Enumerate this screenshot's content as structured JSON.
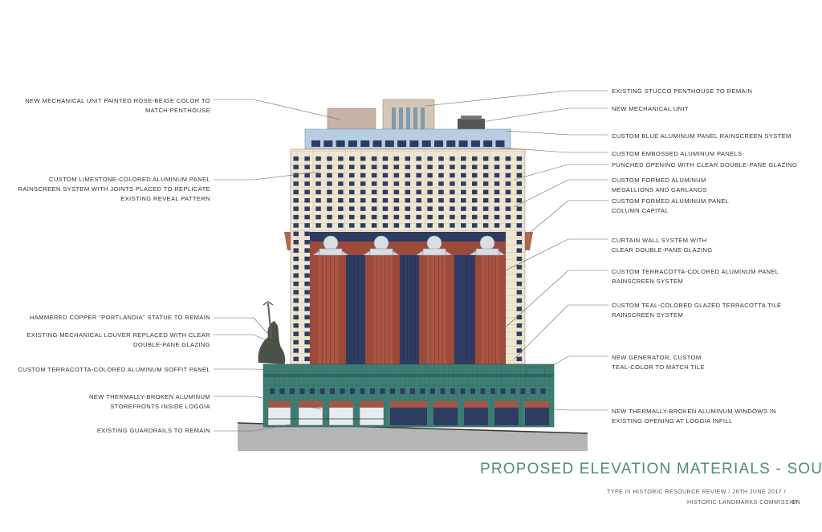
{
  "title": "PROPOSED ELEVATION MATERIALS - SOUTH",
  "footer": {
    "line1": "TYPE III HISTORIC RESOURCE REVIEW / 26th June 2017 /",
    "line2": "HISTORIC LANDMARKS COMMISSION",
    "page_number": "47"
  },
  "labels_left": [
    {
      "lines": [
        "NEW MECHANICAL UNIT PAINTED ROSE-BEIGE COLOR TO",
        "MATCH PENTHOUSE"
      ]
    },
    {
      "lines": [
        "CUSTOM LIMESTONE-COLORED ALUMINUM PANEL",
        "RAINSCREEN SYSTEM WITH JOINTS PLACED TO REPLICATE",
        "EXISTING REVEAL PATTERN"
      ]
    },
    {
      "lines": [
        "HAMMERED COPPER \"PORTLANDIA\" STATUE TO REMAIN"
      ]
    },
    {
      "lines": [
        "EXISTING MECHANICAL LOUVER REPLACED WITH CLEAR",
        "DOUBLE-PANE GLAZING"
      ]
    },
    {
      "lines": [
        "CUSTOM TERRACOTTA-COLORED ALUMINUM SOFFIT PANEL"
      ]
    },
    {
      "lines": [
        "NEW THERMALLY-BROKEN ALUMINUM",
        "STOREFRONTS INSIDE LOGGIA"
      ]
    },
    {
      "lines": [
        "EXISTING GUARDRAILS TO REMAIN"
      ]
    }
  ],
  "labels_right": [
    {
      "lines": [
        "EXISTING STUCCO PENTHOUSE TO REMAIN"
      ]
    },
    {
      "lines": [
        "NEW MECHANICAL UNIT"
      ]
    },
    {
      "lines": [
        "CUSTOM BLUE ALUMINUM PANEL RAINSCREEN SYSTEM"
      ]
    },
    {
      "lines": [
        "CUSTOM EMBOSSED ALUMINUM PANELS"
      ]
    },
    {
      "lines": [
        "PUNCHED OPENING WITH CLEAR DOUBLE-PANE GLAZING"
      ]
    },
    {
      "lines": [
        "CUSTOM FORMED ALUMINUM",
        "MEDALLIONS AND GARLANDS"
      ]
    },
    {
      "lines": [
        "CUSTOM FORMED ALUMINUM PANEL",
        "COLUMN CAPITAL"
      ]
    },
    {
      "lines": [
        "CURTAIN WALL SYSTEM WITH",
        "CLEAR DOUBLE-PANE GLAZING"
      ]
    },
    {
      "lines": [
        "CUSTOM TERRACOTTA-COLORED ALUMINUM PANEL",
        "RAINSCREEN SYSTEM"
      ]
    },
    {
      "lines": [
        "CUSTOM TEAL-COLORED GLAZED TERRACOTTA TILE",
        "RAINSCREEN SYSTEM"
      ]
    },
    {
      "lines": [
        "NEW GENERATOR, CUSTOM",
        "TEAL-COLOR TO MATCH TILE"
      ]
    },
    {
      "lines": [
        "NEW THERMALLY-BROKEN ALUMINUM WINDOWS IN",
        "EXISTING OPENING AT LOGGIA INFILL"
      ]
    }
  ],
  "colors": {
    "limestone": "#efe6d2",
    "terracotta": "#9c4a3a",
    "teal_tile": "#3d7f74",
    "blue_panel": "#b8cde0",
    "window_blue": "#2f3c62",
    "rose_beige": "#c9b2a6",
    "ground": "#b5b5b5",
    "title": "#4f8a80"
  }
}
